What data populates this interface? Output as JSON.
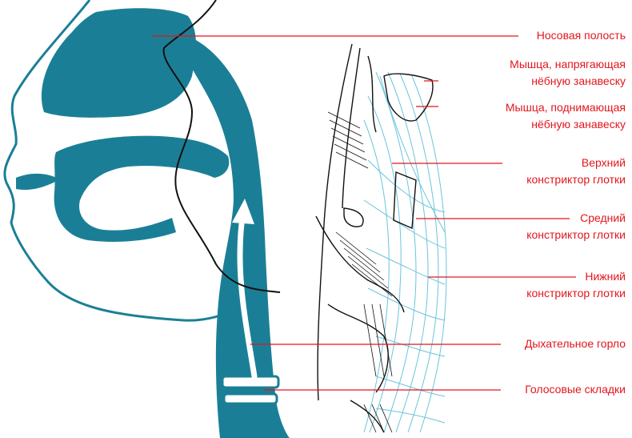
{
  "colors": {
    "anatomy_fill": "#1a7f96",
    "muscle_lines": "#5bbfd6",
    "outline": "#111111",
    "label_text": "#e2161d"
  },
  "labels": [
    {
      "id": "nasal-cavity",
      "text": "Носовая полость"
    },
    {
      "id": "tensor-veli-palatini",
      "text": "Мышца, напрягающая\nнёбную занавеску"
    },
    {
      "id": "levator-veli-palatini",
      "text": "Мышца, поднимающая\nнёбную занавеску"
    },
    {
      "id": "superior-constrictor",
      "text": "Верхний\nконстриктор глотки"
    },
    {
      "id": "middle-constrictor",
      "text": "Средний\nконстриктор глотки"
    },
    {
      "id": "inferior-constrictor",
      "text": "Нижний\nконстриктор глотки"
    },
    {
      "id": "trachea",
      "text": "Дыхательное горло"
    },
    {
      "id": "vocal-folds",
      "text": "Голосовые складки"
    }
  ]
}
